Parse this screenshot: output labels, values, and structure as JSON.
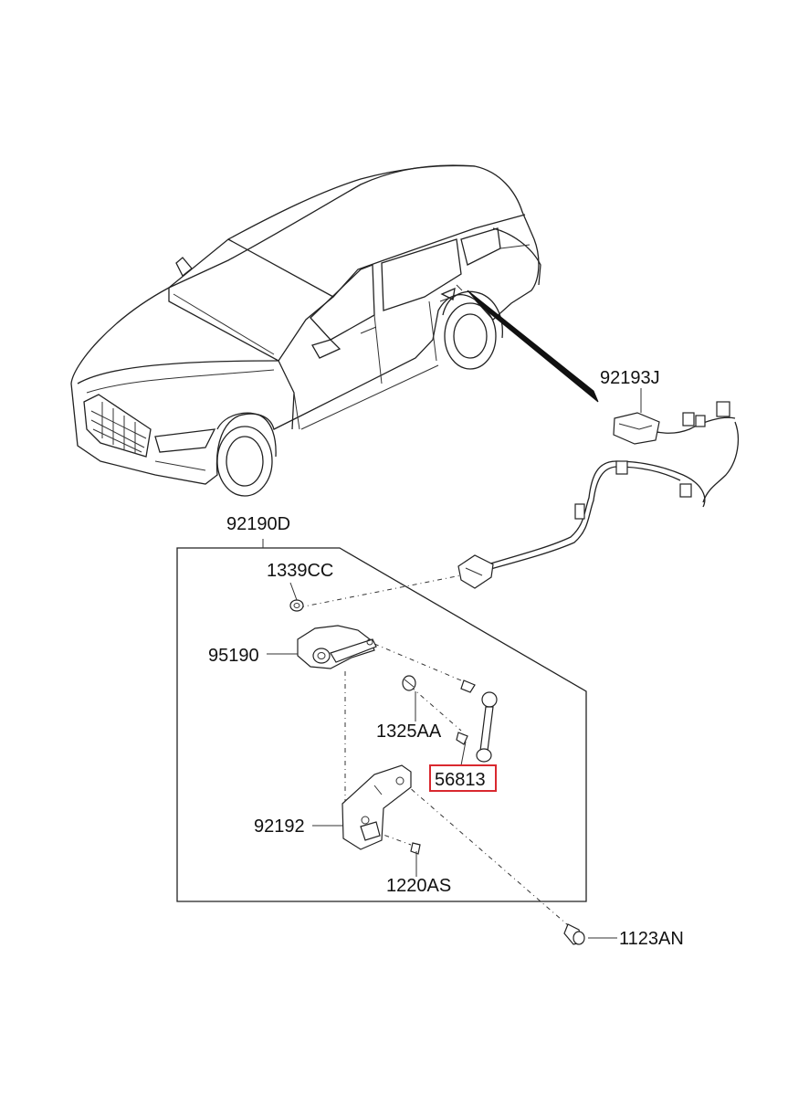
{
  "labels": {
    "assembly": "92190D",
    "harness": "92193J",
    "nut": "1339CC",
    "sensor": "95190",
    "bolt_a": "1325AA",
    "link": "56813",
    "bracket": "92192",
    "screw": "1220AS",
    "bolt_b": "1123AN"
  },
  "highlighted_part": "56813",
  "colors": {
    "line": "#222222",
    "highlight": "#d9282f",
    "background": "#ffffff"
  }
}
